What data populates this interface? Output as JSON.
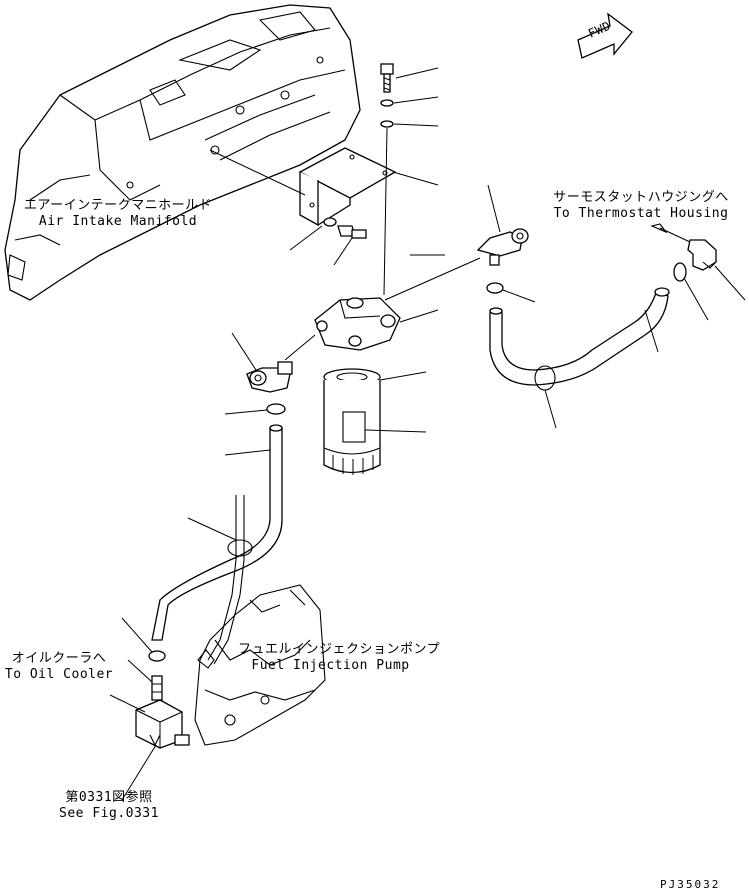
{
  "labels": {
    "air_intake_jp": "エアーインテークマニホールド",
    "air_intake_en": "Air Intake Manifold",
    "thermostat_jp": "サーモスタットハウジングへ",
    "thermostat_en": "To Thermostat Housing",
    "oil_cooler_jp": "オイルクーラへ",
    "oil_cooler_en": "To Oil Cooler",
    "injection_jp": "フュエルインジェクションポンプ",
    "injection_en": "Fuel Injection Pump",
    "see_fig_jp": "第0331図参照",
    "see_fig_en": "See Fig.0331",
    "fwd": "FWD",
    "drawing_no": "PJ35032"
  }
}
